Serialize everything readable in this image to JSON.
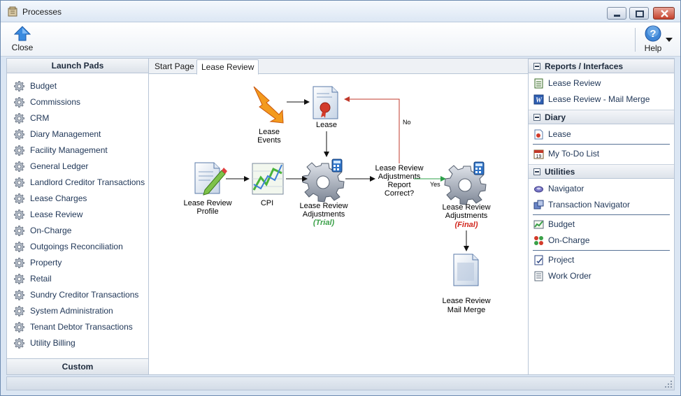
{
  "window": {
    "title": "Processes"
  },
  "toolbar": {
    "close_label": "Close",
    "help_label": "Help"
  },
  "left_panel": {
    "header": "Launch Pads",
    "items": [
      "Budget",
      "Commissions",
      "CRM",
      "Diary Management",
      "Facility Management",
      "General Ledger",
      "Landlord Creditor Transactions",
      "Lease Charges",
      "Lease Review",
      "On-Charge",
      "Outgoings Reconciliation",
      "Property",
      "Retail",
      "Sundry Creditor Transactions",
      "System Administration",
      "Tenant Debtor Transactions",
      "Utility Billing"
    ],
    "footer": "Custom"
  },
  "tabs": [
    {
      "label": "Start Page"
    },
    {
      "label": "Lease Review"
    }
  ],
  "diagram": {
    "lease_events": [
      "Lease",
      "Events"
    ],
    "lease": "Lease",
    "profile": [
      "Lease Review",
      "Profile"
    ],
    "cpi": "CPI",
    "adj_trial": [
      "Lease Review",
      "Adjustments"
    ],
    "trial_tag": "(Trial)",
    "decision": [
      "Lease Review",
      "Adjustments",
      "Report",
      "Correct?"
    ],
    "no_label": "No",
    "yes_label": "Yes",
    "adj_final": [
      "Lease Review",
      "Adjustments"
    ],
    "final_tag": "(Final)",
    "mail_merge": [
      "Lease Review",
      "Mail Merge"
    ],
    "colors": {
      "trial": "#3aa048",
      "final": "#d1261d",
      "no_arrow": "#c0392b",
      "yes_arrow": "#2ea04a"
    }
  },
  "right_panel": {
    "reports": {
      "title": "Reports / Interfaces",
      "items": [
        "Lease Review",
        "Lease Review - Mail Merge"
      ]
    },
    "diary": {
      "title": "Diary",
      "items": [
        "Lease",
        "My To-Do List"
      ]
    },
    "utilities": {
      "title": "Utilities",
      "group1": [
        "Navigator",
        "Transaction Navigator"
      ],
      "group2": [
        "Budget",
        "On-Charge"
      ],
      "group3": [
        "Project",
        "Work Order"
      ]
    }
  }
}
